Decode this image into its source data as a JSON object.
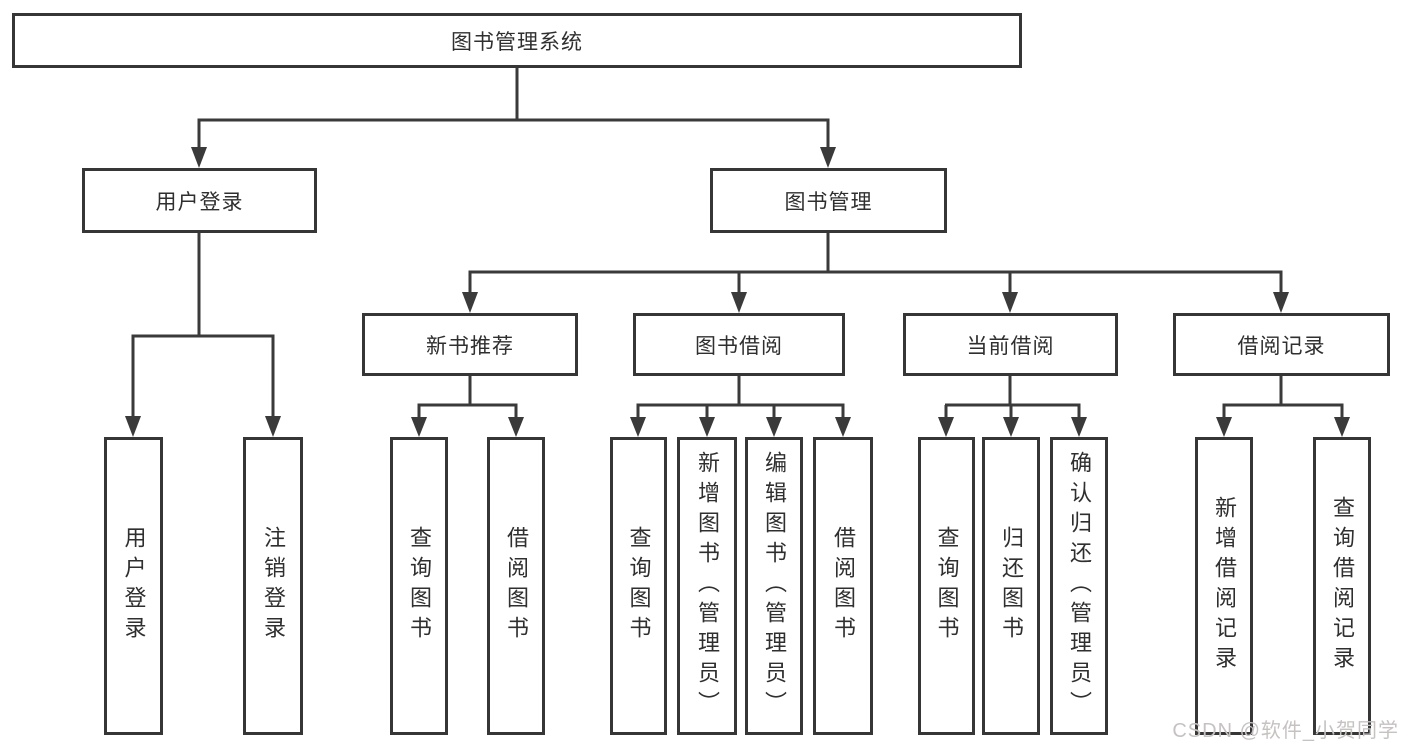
{
  "tree": {
    "label": "图书管理系统",
    "children": [
      {
        "label": "用户登录",
        "children": [
          {
            "label": "用户登录"
          },
          {
            "label": "注销登录"
          }
        ]
      },
      {
        "label": "图书管理",
        "children": [
          {
            "label": "新书推荐",
            "children": [
              {
                "label": "查询图书"
              },
              {
                "label": "借阅图书"
              }
            ]
          },
          {
            "label": "图书借阅",
            "children": [
              {
                "label": "查询图书"
              },
              {
                "label": "新增图书（管理员）"
              },
              {
                "label": "编辑图书（管理员）"
              },
              {
                "label": "借阅图书"
              }
            ]
          },
          {
            "label": "当前借阅",
            "children": [
              {
                "label": "查询图书"
              },
              {
                "label": "归还图书"
              },
              {
                "label": "确认归还（管理员）"
              }
            ]
          },
          {
            "label": "借阅记录",
            "children": [
              {
                "label": "新增借阅记录"
              },
              {
                "label": "查询借阅记录"
              }
            ]
          }
        ]
      }
    ]
  },
  "watermark": {
    "text": "CSDN @软件_小贺同学"
  },
  "colors": {
    "line": "#3a3a3a",
    "box_border": "#363636",
    "text": "#2f2f2f",
    "background": "#ffffff",
    "watermark": "#c6c2c1"
  }
}
